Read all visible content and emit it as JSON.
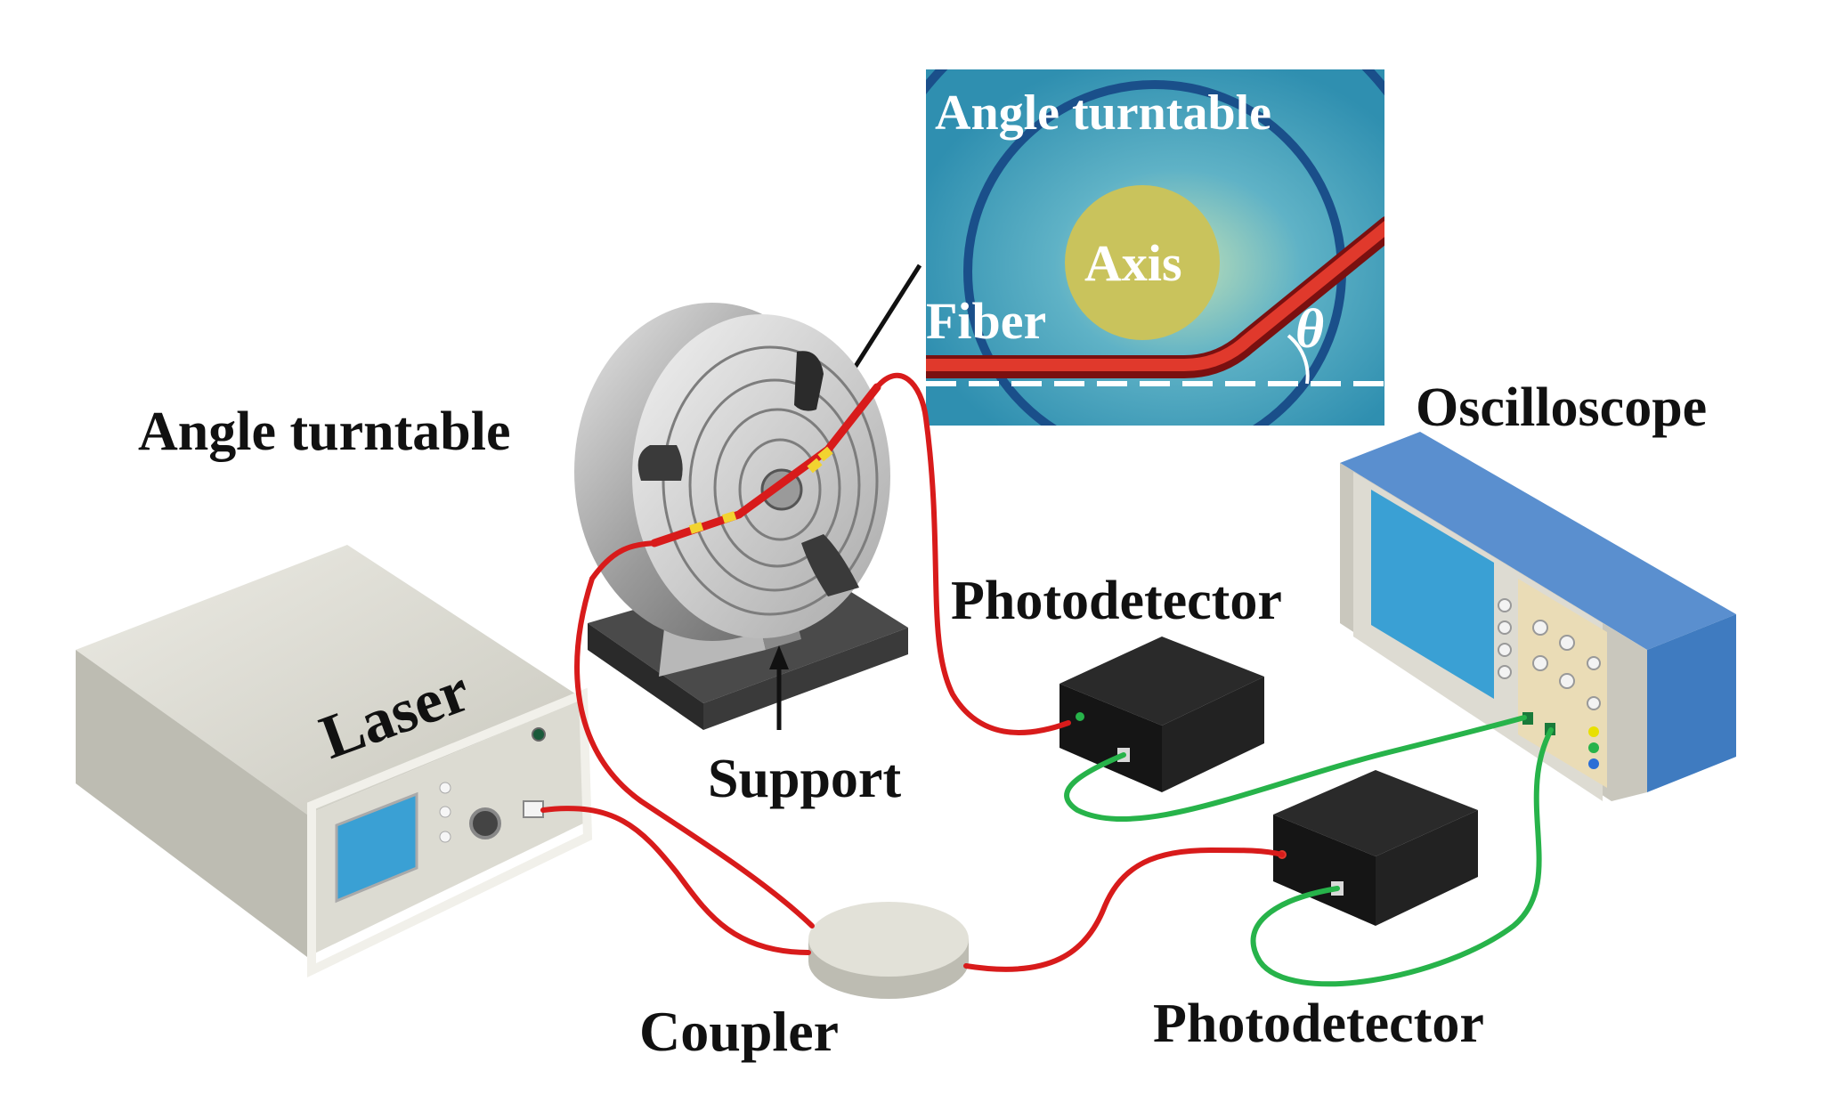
{
  "labels": {
    "angle_turntable": "Angle turntable",
    "laser": "Laser",
    "support": "Support",
    "photodetector_top": "Photodetector",
    "photodetector_bottom": "Photodetector",
    "oscilloscope": "Oscilloscope",
    "coupler": "Coupler"
  },
  "inset": {
    "title": "Angle turntable",
    "axis": "Axis",
    "fiber": "Fiber",
    "angle_symbol": "θ"
  },
  "colors": {
    "fiber": "#d81b1b",
    "signal_cable": "#27b34a",
    "inset_background": "#3e9bb8",
    "inset_ring": "#1a4f8a",
    "axis": "#c9c35c",
    "device_dark": "#1f1f1f",
    "laser_body": "#e4e2d8",
    "screen": "#3aa0d4",
    "oscilloscope_side": "#3f7bc0"
  },
  "icons": [
    "laser-device-icon",
    "turntable-icon",
    "photodetector-icon",
    "oscilloscope-icon",
    "coupler-icon"
  ]
}
